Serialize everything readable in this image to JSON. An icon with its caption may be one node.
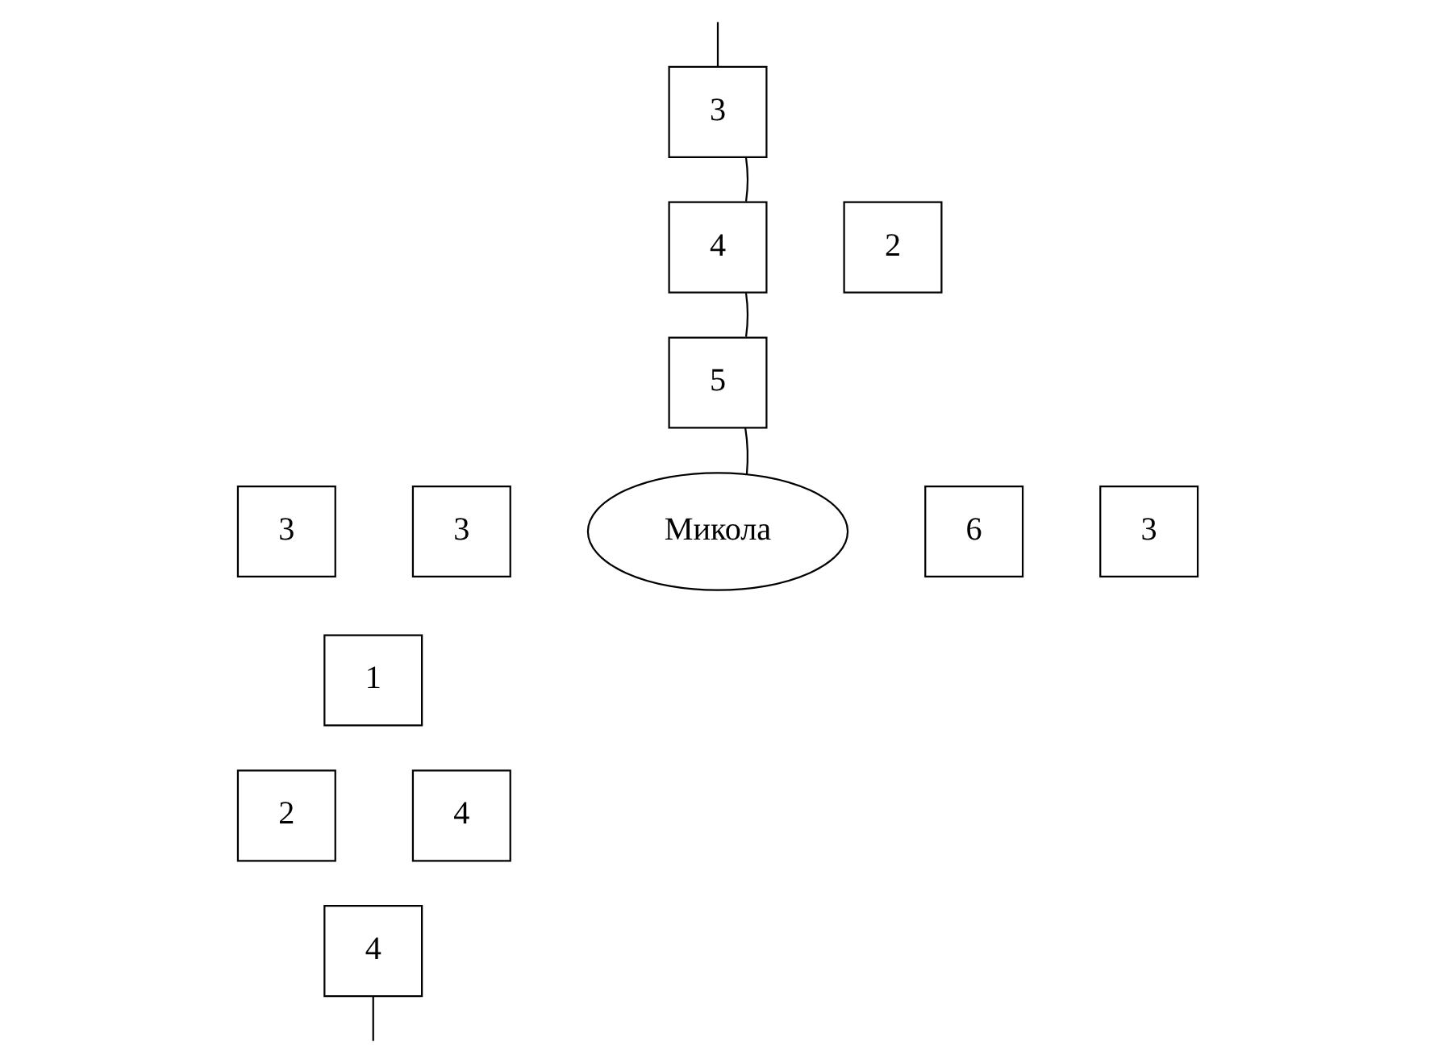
{
  "diagram": {
    "nodes": [
      {
        "text": [
          "3"
        ]
      },
      {
        "text": [
          "4"
        ]
      },
      {
        "text": [
          "2"
        ]
      },
      {
        "text": [
          "5"
        ]
      },
      {
        "text": [
          "3"
        ]
      },
      {
        "text": [
          "3"
        ]
      },
      {
        "text": [
          "Микола"
        ]
      },
      {
        "text": [
          "6"
        ]
      },
      {
        "text": [
          "3"
        ]
      },
      {
        "text": [
          "1"
        ]
      },
      {
        "text": [
          "2"
        ]
      },
      {
        "text": [
          "4"
        ]
      },
      {
        "text": [
          "4"
        ]
      }
    ],
    "edges": [
      {
        "from": null,
        "to": 0,
        "arrow": "none"
      },
      {
        "from": 0,
        "to": 1,
        "arrow": "none"
      },
      {
        "from": 1,
        "to": 3,
        "arrow": "none"
      },
      {
        "from": 3,
        "to": 6,
        "arrow": "none"
      },
      {
        "from": 12,
        "to": null,
        "arrow": "none"
      }
    ]
  }
}
